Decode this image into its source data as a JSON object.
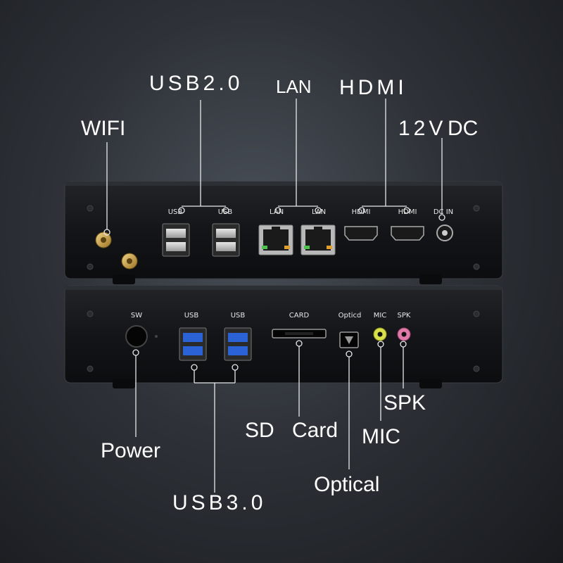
{
  "callouts": {
    "wifi": "WIFI",
    "usb2": "USB2.0",
    "lan": "LAN",
    "hdmi": "HDMI",
    "dc12v": "12V",
    "dc": "DC",
    "power": "Power",
    "usb3": "USB3.0",
    "sd": "SD",
    "card": "Card",
    "mic": "MIC",
    "spk": "SPK",
    "optical": "Optical"
  },
  "top_panel_labels": {
    "usb_left": "USB",
    "usb_right": "USB",
    "lan_left": "LAN",
    "lan_right": "LAN",
    "hdmi_left": "HDMI",
    "hdmi_right": "HDMI",
    "dc_in": "DC IN"
  },
  "bottom_panel_labels": {
    "sw": "SW",
    "usb_left": "USB",
    "usb_right": "USB",
    "card": "CARD",
    "optical": "Opticd",
    "mic": "MIC",
    "spk": "SPK"
  },
  "colors": {
    "chassis": "#141518",
    "callout_text": "#ffffff",
    "usb3_blue": "#2b63d6",
    "antenna_gold": "#c9a24a",
    "mic_jack": "#d8e04a",
    "spk_jack": "#e07aa8",
    "lan_led_green": "#4fc04f",
    "lan_led_amber": "#e0a030"
  }
}
